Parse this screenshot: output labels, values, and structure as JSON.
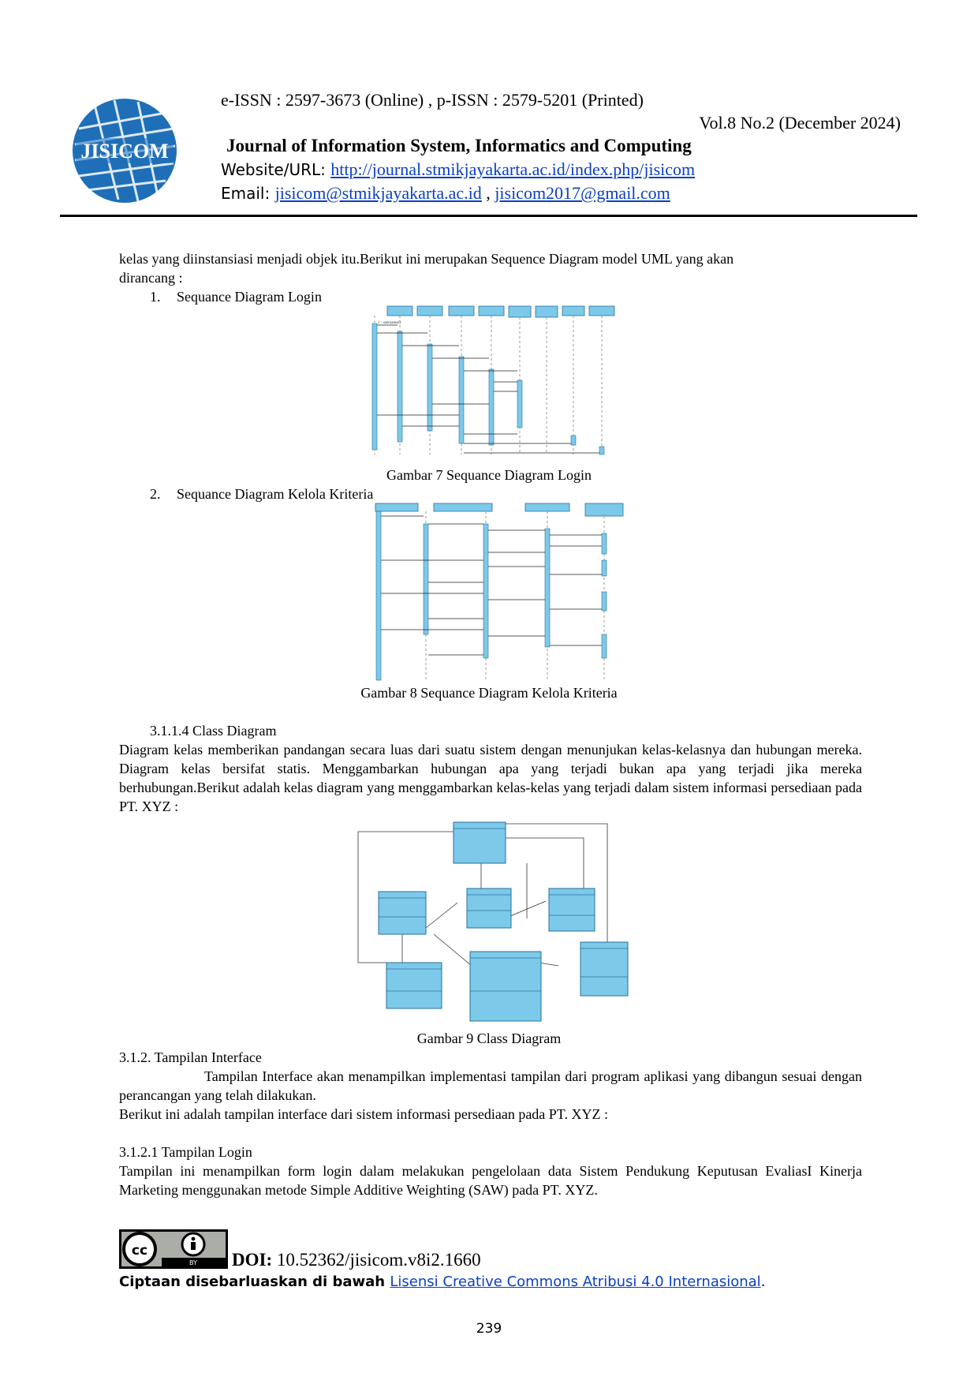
{
  "header": {
    "issn": "e-ISSN : 2597-3673 (Online) , p-ISSN : 2579-5201 (Printed)",
    "volume": "Vol.8 No.2  (December 2024)",
    "journal": "Journal of Information System, Informatics and Computing",
    "website_label": "Website/URL: ",
    "website_url": "http://journal.stmikjayakarta.ac.id/index.php/jisicom",
    "email_label": "Email: ",
    "email_1": "jisicom@stmikjayakarta.ac.id",
    "email_sep": " , ",
    "email_2": "jisicom2017@gmail.com",
    "logo_text": "JISICOM"
  },
  "body": {
    "intro_line1": "kelas yang diinstansiasi menjadi objek itu.Berikut ini merupakan Sequence Diagram model UML yang akan",
    "intro_line2": "dirancang :",
    "item1_num": "1.",
    "item1_label": "Sequance Diagram Login",
    "fig7_caption": "Gambar 7 Sequance Diagram Login",
    "item2_num": "2.",
    "item2_label": "Sequance Diagram Kelola Kriteria",
    "fig8_caption": "Gambar 8 Sequance Diagram Kelola Kriteria",
    "sec_3114": "3.1.1.4    Class Diagram",
    "class_para": "Diagram kelas  memberikan pandangan secara luas dari suatu sistem dengan menunjukan kelas-kelasnya dan hubungan mereka. Diagram kelas bersifat statis. Menggambarkan hubungan apa yang terjadi bukan apa yang terjadi jika mereka berhubungan.Berikut adalah kelas diagram yang menggambarkan kelas-kelas yang terjadi dalam sistem informasi persediaan pada PT. XYZ :",
    "fig9_caption": "Gambar 9 Class Diagram",
    "sec_312": "3.1.2. Tampilan Interface",
    "interface_para": "Tampilan Interface akan menampilkan implementasi tampilan dari program aplikasi yang dibangun sesuai dengan perancangan yang telah dilakukan.",
    "interface_line2": "Berikut ini adalah tampilan interface dari sistem informasi persediaan pada PT. XYZ :",
    "sec_3121": "3.1.2.1 Tampilan Login",
    "login_para": "Tampilan ini menampilkan form login dalam melakukan pengelolaan data Sistem Pendukung Keputusan EvaliasI Kinerja Marketing menggunakan metode Simple Additive Weighting (SAW) pada PT. XYZ."
  },
  "footer": {
    "doi_label": "DOI:",
    "doi_value": " 10.52362/jisicom.v8i2.1660",
    "license_prefix": "Ciptaan disebarluaskan di bawah ",
    "license_link": "Lisensi Creative Commons Atribusi 4.0 Internasional",
    "license_suffix": ".",
    "cc_label": "cc",
    "by_label": "BY",
    "page_number": "239"
  },
  "colors": {
    "diagram_fill": "#7cc9ea",
    "diagram_stroke": "#2a6f9a",
    "link": "#0b3fc5"
  }
}
